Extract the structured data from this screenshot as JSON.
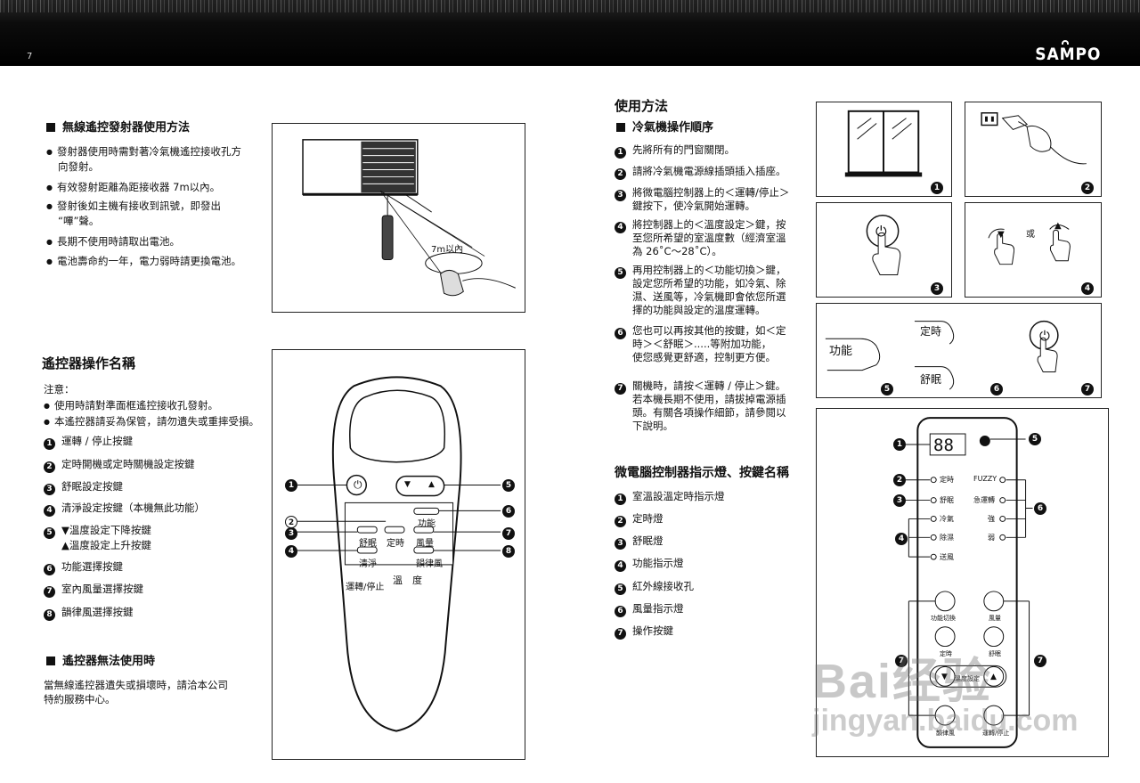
{
  "header": {
    "page_number": "7",
    "brand": "SAMPO"
  },
  "left": {
    "wireless_title": "無線遙控發射器使用方法",
    "wireless_bullets": [
      "發射器使用時需對著冷氣機遙控接收孔方",
      "向發射。",
      "有效發射距離為距接收器 7m以內。",
      "發射後如主機有接收到訊號，即發出",
      "“嗶”聲。",
      "長期不使用時請取出電池。",
      "電池壽命約一年，電力弱時請更換電池。"
    ],
    "distance_label": "7m以內",
    "names_title": "遙控器操作名稱",
    "note_label": "注意：",
    "notes": [
      "使用時請對準面框遙控接收孔發射。",
      "本遙控器請妥為保管，請勿遺失或重摔受損。"
    ],
    "buttons": [
      {
        "n": "1",
        "text": "運轉 / 停止按鍵"
      },
      {
        "n": "2",
        "text": "定時開機或定時關機設定按鍵"
      },
      {
        "n": "3",
        "text": "舒眠設定按鍵"
      },
      {
        "n": "4",
        "text": "清淨設定按鍵（本機無此功能）"
      },
      {
        "n": "5",
        "text": "▼溫度設定下降按鍵"
      },
      {
        "n": "",
        "text": "▲溫度設定上升按鍵"
      },
      {
        "n": "6",
        "text": "功能選擇按鍵"
      },
      {
        "n": "7",
        "text": "室內風量選擇按鍵"
      },
      {
        "n": "8",
        "text": "韻律風選擇按鍵"
      }
    ],
    "lost_title": "遙控器無法使用時",
    "lost_text": [
      "當無線遙控器遺失或損壞時，請洽本公司",
      "特約服務中心。"
    ]
  },
  "remote": {
    "func": "功能",
    "sleep": "舒眠",
    "timer": "定時",
    "fan": "風量",
    "clean": "清淨",
    "rhythm": "韻律風",
    "bottom_left": "運轉/停止",
    "bottom_right": "溫　度",
    "callouts": [
      "1",
      "2",
      "3",
      "4",
      "5",
      "6",
      "7",
      "8"
    ]
  },
  "middle": {
    "usage_title": "使用方法",
    "cooling_title": "冷氣機操作順序",
    "steps": [
      {
        "n": "1",
        "lines": [
          "先將所有的門窗關閉。"
        ]
      },
      {
        "n": "2",
        "lines": [
          "請將冷氣機電源線插頭插入插座。"
        ]
      },
      {
        "n": "3",
        "lines": [
          "將微電腦控制器上的＜運轉/停止＞",
          "鍵按下，使冷氣開始運轉。"
        ]
      },
      {
        "n": "4",
        "lines": [
          "將控制器上的＜溫度設定＞鍵，按",
          "至您所希望的室溫度數（經濟室溫",
          "為 26˚C～28˚C）。"
        ]
      },
      {
        "n": "5",
        "lines": [
          "再用控制器上的＜功能切換＞鍵，",
          "設定您所希望的功能，如冷氣、除",
          "濕、送風等，冷氣機即會依您所選",
          "擇的功能與設定的溫度運轉。"
        ]
      },
      {
        "n": "6",
        "lines": [
          "您也可以再按其他的按鍵，如＜定",
          "時＞＜舒眠＞.....等附加功能，",
          "使您感覺更舒適，控制更方便。"
        ]
      },
      {
        "n": "7",
        "lines": [
          "關機時，請按＜運轉 / 停止＞鍵。",
          "若本機長期不使用，請拔掉電源插",
          "頭。有關各項操作細節，請參閱以",
          "下說明。"
        ]
      }
    ],
    "panel_title": "微電腦控制器指示燈、按鍵名稱",
    "panel_items": [
      {
        "n": "1",
        "text": "室溫設溫定時指示燈"
      },
      {
        "n": "2",
        "text": "定時燈"
      },
      {
        "n": "3",
        "text": "舒眠燈"
      },
      {
        "n": "4",
        "text": "功能指示燈"
      },
      {
        "n": "5",
        "text": "紅外線接收孔"
      },
      {
        "n": "6",
        "text": "風量指示燈"
      },
      {
        "n": "7",
        "text": "操作按鍵"
      }
    ]
  },
  "right": {
    "or_label": "或",
    "timer_label": "定時",
    "sleep_label": "舒眠",
    "func_label": "功能",
    "step_nums": [
      "1",
      "2",
      "3",
      "4",
      "5",
      "6",
      "7"
    ],
    "panel": {
      "display": "88",
      "left_leds": [
        "定時",
        "舒眠",
        "冷氣",
        "除濕",
        "送風"
      ],
      "right_leds": [
        "FUZZY",
        "急運轉",
        "強",
        "弱"
      ],
      "buttons": [
        "功能切換",
        "風量",
        "定時",
        "舒眠",
        "溫度設定",
        "韻律風",
        "運轉/停止"
      ],
      "callouts": [
        "1",
        "2",
        "3",
        "4",
        "5",
        "6",
        "7"
      ]
    }
  },
  "watermark": {
    "line1": "Bai经验",
    "line2": "jingyan.baidu.com"
  }
}
